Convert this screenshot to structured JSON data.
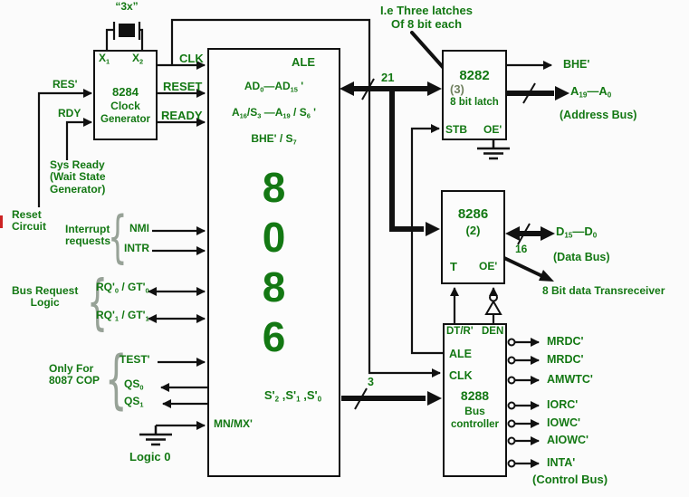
{
  "colors": {
    "text_green": "#137813",
    "line_black": "#111111",
    "background": "#fbfbfb",
    "muted_olive": "#70805f",
    "slash_gray": "#5a6a5a",
    "brace_gray": "#97a297",
    "artifact_red": "#cc2222"
  },
  "annotation": {
    "latches_note_1": "I.e Three latches",
    "latches_note_2": "Of 8 bit each",
    "transceiver_note": "8 Bit data Transreceiver"
  },
  "clock": {
    "crystal": "“3x”",
    "x1": "X~1~",
    "x2": "X~2~",
    "chip": "8284",
    "line1": "Clock",
    "line2": "Generator",
    "res": "RES'",
    "rdy": "RDY",
    "clk": "CLK",
    "reset": "RESET",
    "ready": "READY",
    "sys1": "Sys Ready",
    "sys2": "(Wait State",
    "sys3": "Generator)",
    "reset1": "Reset",
    "reset2": "Circuit"
  },
  "groups": {
    "int1": "Interrupt",
    "int2": "requests",
    "nmi": "NMI",
    "intr": "INTR",
    "busreq1": "Bus Request",
    "busreq2": "Logic",
    "rq0": "RQ'~0~ / GT'~0~",
    "rq1": "RQ'~1~ / GT'~1~",
    "cop1": "Only For",
    "cop2": "8087 COP",
    "test": "TEST'",
    "qs0": "QS~0~",
    "qs1": "QS~1~"
  },
  "cpu": {
    "ale": "ALE",
    "ad": "AD~0~—AD~15~ '",
    "as": "A~16~/S~3~ —A~19~ / S~6~ '",
    "bhe": "BHE' / S~7~",
    "d1": "8",
    "d2": "0",
    "d3": "8",
    "d4": "6",
    "status": "S'~2~ ,S'~1~ ,S'~0~",
    "mnmx": "MN/MX'",
    "logic0": "Logic 0"
  },
  "buses": {
    "w21": "21",
    "w3": "3",
    "w16": "16"
  },
  "latch": {
    "chip": "8282",
    "qty": "(3)",
    "desc": "8 bit latch",
    "stb": "STB",
    "oe": "OE'",
    "bhe": "BHE'",
    "abus": "A~19~—A~0~",
    "abus_name": "(Address Bus)"
  },
  "xcvr": {
    "chip": "8286",
    "qty": "(2)",
    "t": "T",
    "oe": "OE'",
    "dbus": "D~15~—D~0~",
    "dbus_name": "(Data Bus)"
  },
  "ctrl": {
    "chip": "8288",
    "line1": "Bus",
    "line2": "controller",
    "dtr": "DT/R'",
    "den": "DEN",
    "ale": "ALE",
    "clk": "CLK",
    "out": [
      "MRDC'",
      "MRDC'",
      "AMWTC'",
      "IORC'",
      "IOWC'",
      "AIOWC'",
      "INTA'"
    ],
    "bus_name": "(Control Bus)"
  }
}
